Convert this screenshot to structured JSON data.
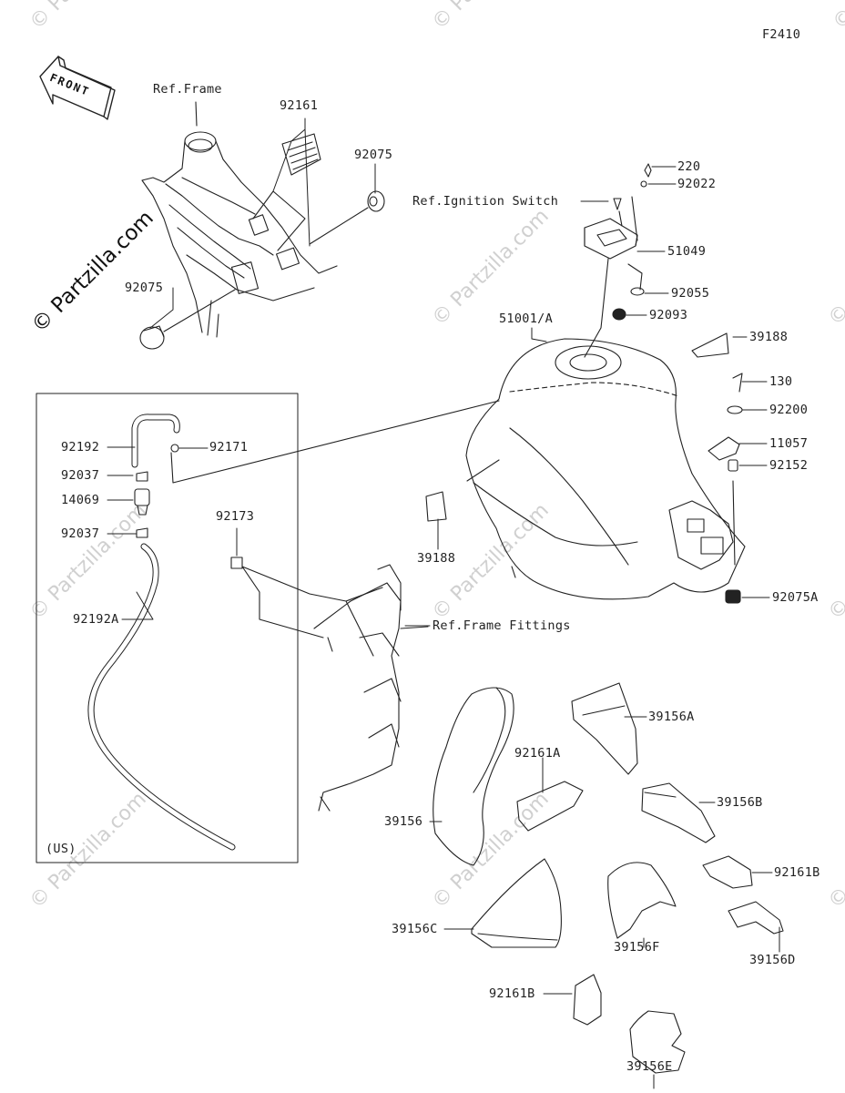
{
  "diagram_code": "F2410",
  "front_arrow": "FRONT",
  "watermark": "© Partzilla.com",
  "region_note": "(US)",
  "labels": {
    "ref_frame": "Ref.Frame",
    "ref_ignition_switch": "Ref.Ignition Switch",
    "ref_frame_fittings": "Ref.Frame Fittings",
    "p92161": "92161",
    "p92075_top": "92075",
    "p92075_left": "92075",
    "p220": "220",
    "p92022": "92022",
    "p51049": "51049",
    "p92055": "92055",
    "p92093": "92093",
    "p51001a": "51001/A",
    "p39188_top": "39188",
    "p130": "130",
    "p92200": "92200",
    "p11057": "11057",
    "p92152": "92152",
    "p92075a": "92075A",
    "p39188_left": "39188",
    "p92192": "92192",
    "p92171": "92171",
    "p92037_top": "92037",
    "p14069": "14069",
    "p92037_bot": "92037",
    "p92192a": "92192A",
    "p92173": "92173",
    "p39156a": "39156A",
    "p92161a": "92161A",
    "p39156b": "39156B",
    "p39156": "39156",
    "p92161b_right": "92161B",
    "p39156c": "39156C",
    "p39156f": "39156F",
    "p39156d": "39156D",
    "p92161b_bot": "92161B",
    "p39156e": "39156E"
  }
}
